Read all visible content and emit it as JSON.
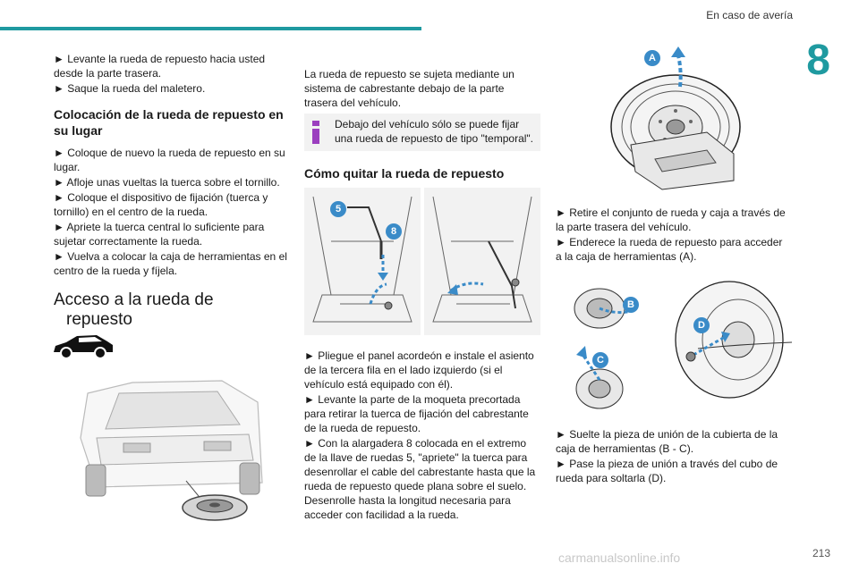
{
  "header": {
    "section": "En caso de avería",
    "chapter": "8"
  },
  "col1": {
    "lines_a": [
      "► Levante la rueda de repuesto hacia usted desde la parte trasera.",
      "► Saque la rueda del maletero."
    ],
    "heading1": "Colocación de la rueda de repuesto en su lugar",
    "lines_b": [
      "► Coloque de nuevo la rueda de repuesto en su lugar.",
      "► Afloje unas vueltas la tuerca sobre el tornillo.",
      "► Coloque el dispositivo de fijación (tuerca y tornillo) en el centro de la rueda.",
      "► Apriete la tuerca central lo suficiente para sujetar correctamente la rueda.",
      "► Vuelva a colocar la caja de herramientas en el centro de la rueda y fíjela."
    ],
    "heading2_line1": "Acceso a la rueda de",
    "heading2_line2": "repuesto"
  },
  "col2": {
    "intro": "La rueda de repuesto se sujeta mediante un sistema de cabrestante debajo de la parte trasera del vehículo.",
    "note": "Debajo del vehículo sólo se puede fijar una rueda de repuesto de tipo \"temporal\".",
    "heading": "Cómo quitar la rueda de repuesto",
    "lines": [
      "► Pliegue el panel acordeón e instale el asiento de la tercera fila en el lado izquierdo (si el vehículo está equipado con él).",
      "► Levante la parte de la moqueta precortada para retirar la tuerca de fijación del cabrestante de la rueda de repuesto.",
      "► Con la alargadera 8 colocada en el extremo de la llave de ruedas 5, \"apriete\" la tuerca para desenrollar el cable del cabrestante hasta que la rueda de repuesto quede plana sobre el suelo. Desenrolle hasta la longitud necesaria para acceder con facilidad a la rueda."
    ],
    "callout_5": "5",
    "callout_8": "8"
  },
  "col3": {
    "lines_a": [
      "► Retire el conjunto de rueda y caja a través de la parte trasera del vehículo.",
      "► Enderece la rueda de repuesto para acceder a la caja de herramientas (A)."
    ],
    "lines_b": [
      "► Suelte la pieza de unión de la cubierta de la caja de herramientas (B - C).",
      "► Pase la pieza de unión a través del cubo de rueda para soltarla (D)."
    ],
    "callout_A": "A",
    "callout_B": "B",
    "callout_C": "C",
    "callout_D": "D"
  },
  "footer": {
    "page": "213"
  },
  "watermark": "carmanualsonline.info",
  "colors": {
    "accent": "#1f9aa0",
    "callout": "#3a8bc8",
    "note_bg": "#f2f2f2",
    "arrow": "#3a8bc8"
  }
}
